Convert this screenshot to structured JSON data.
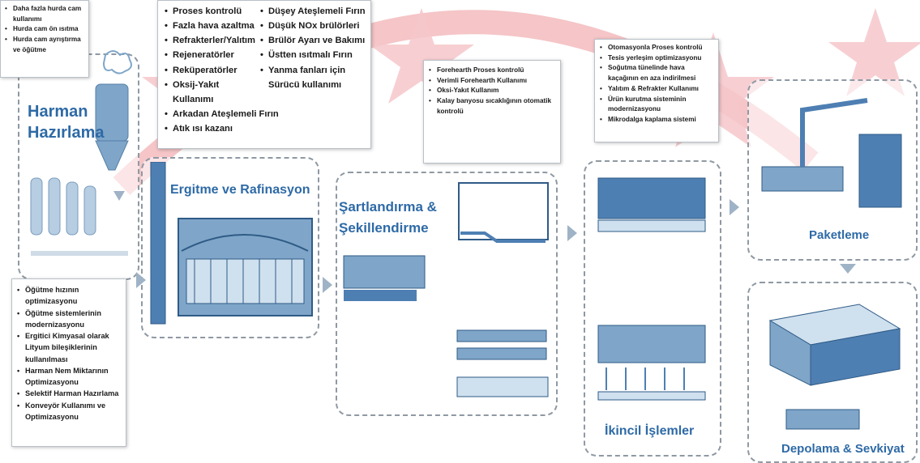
{
  "stages": {
    "harman": "Harman\nHazırlama",
    "ergitme": "Ergitme ve Rafinasyon",
    "sartlandirma": "Şartlandırma &\nŞekillendirme",
    "ikincil": "İkincil İşlemler",
    "paketleme": "Paketleme",
    "depolama": "Depolama & Sevkiyat"
  },
  "notes": {
    "hurda": [
      "Daha fazla hurda cam kullanımı",
      "Hurda cam ön ısıtma",
      "Hurda cam ayrıştırma ve öğütme"
    ],
    "ergitme_col1": [
      "Proses kontrolü",
      "Fazla hava azaltma",
      "Refrakterler/Yalıtım",
      "Rejeneratörler",
      "Reküperatörler",
      "Oksij-Yakıt Kullanımı",
      "Arkadan Ateşlemeli Fırın",
      "Atık ısı kazanı"
    ],
    "ergitme_col2": [
      "Düşey Ateşlemeli Fırın",
      "Düşük NOx brülörleri",
      "Brülör Ayarı ve Bakımı",
      "Üstten ısıtmalı Fırın",
      "Yanma fanları için Sürücü kullanımı"
    ],
    "forehearth": [
      "Forehearth Proses kontrolü",
      "Verimli Forehearth Kullanımı",
      "Oksi-Yakıt Kullanım",
      "Kalay banyosu sıcaklığının otomatik kontrolü"
    ],
    "ikincil": [
      "Otomasyonla Proses kontrolü",
      "Tesis yerleşim optimizasyonu",
      "Soğutma tünelinde hava kaçağının en aza indirilmesi",
      "Yalıtım & Refrakter Kullanımı",
      "Ürün kurutma sisteminin modernizasyonu",
      "Mikrodalga kaplama sistemi"
    ],
    "ogutme": [
      "Öğütme hızının optimizasyonu",
      "Öğütme sistemlerinin modernizasyonu",
      "Ergitici Kimyasal olarak Lityum bileşiklerinin kullanılması",
      "Harman Nem Miktarının Optimizasyonu",
      "Selektif Harman Hazırlama",
      "Konveyör Kullanımı ve Optimizasyonu"
    ]
  },
  "colors": {
    "title": "#2e6aa6",
    "arrow": "#9fb3c6",
    "watermark": "#e8313a",
    "machine": "#4e7fb3"
  }
}
